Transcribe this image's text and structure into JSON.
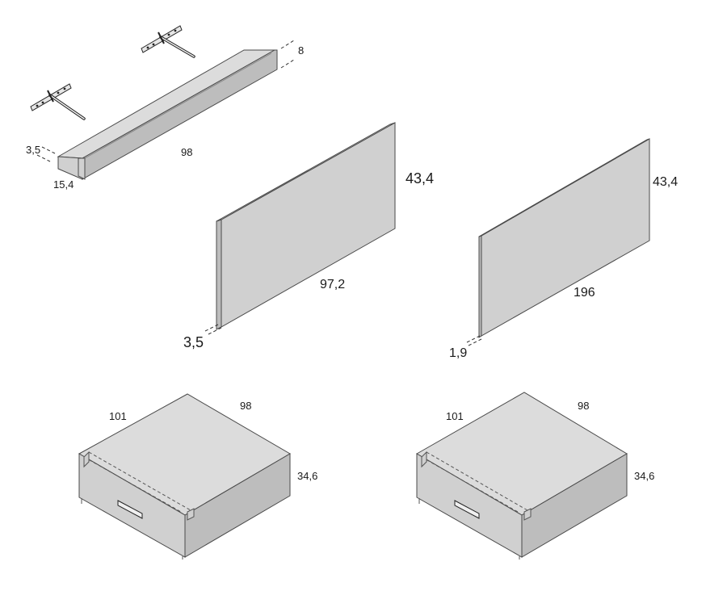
{
  "shelf": {
    "depth_label": "3,5",
    "width_label": "98",
    "height_label": "8",
    "length_label": "15,4"
  },
  "panel_small": {
    "height_label": "43,4",
    "width_label": "97,2",
    "thickness_label": "3,5"
  },
  "panel_large": {
    "height_label": "43,4",
    "width_label": "196",
    "thickness_label": "1,9"
  },
  "drawer_left": {
    "width_label": "101",
    "depth_label": "98",
    "height_label": "34,6"
  },
  "drawer_right": {
    "width_label": "101",
    "depth_label": "98",
    "height_label": "34,6"
  }
}
